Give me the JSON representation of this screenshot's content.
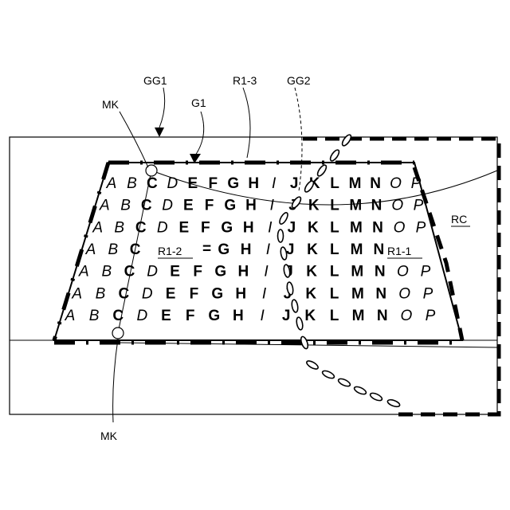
{
  "labels": {
    "gg1": "GG1",
    "g1": "G1",
    "r1_3": "R1-3",
    "gg2": "GG2",
    "mk_top": "MK",
    "mk_bottom": "MK",
    "rc": "RC",
    "r1_1": "R1-1",
    "r1_2": "R1-2"
  },
  "grid_rows": [
    [
      "A",
      "B",
      "C",
      "D",
      "E",
      "F",
      "G",
      "H",
      "I",
      "J",
      "K",
      "L",
      "M",
      "N",
      "O",
      "P"
    ],
    [
      "A",
      "B",
      "C",
      "D",
      "E",
      "F",
      "G",
      "H",
      "I",
      "J",
      "K",
      "L",
      "M",
      "N",
      "O",
      "P"
    ],
    [
      "A",
      "B",
      "C",
      "D",
      "E",
      "F",
      "G",
      "H",
      "I",
      "J",
      "K",
      "L",
      "M",
      "N",
      "O",
      "P"
    ],
    [
      "A",
      "B",
      "C",
      "",
      "",
      "",
      "G",
      "H",
      "I",
      "J",
      "K",
      "L",
      "M",
      "N",
      "",
      ""
    ],
    [
      "A",
      "B",
      "C",
      "D",
      "E",
      "F",
      "G",
      "H",
      "I",
      "J",
      "K",
      "L",
      "M",
      "N",
      "O",
      "P"
    ],
    [
      "A",
      "B",
      "C",
      "D",
      "E",
      "F",
      "G",
      "H",
      "I",
      "J",
      "K",
      "L",
      "M",
      "N",
      "O",
      "P"
    ],
    [
      "A",
      "B",
      "C",
      "D",
      "E",
      "F",
      "G",
      "H",
      "I",
      "J",
      "K",
      "L",
      "M",
      "N",
      "O",
      "P"
    ]
  ],
  "bold_columns": [
    "C",
    "E",
    "F",
    "G",
    "H",
    "J",
    "K",
    "L",
    "M",
    "N"
  ],
  "extra_marks": [
    "="
  ],
  "colors": {
    "stroke": "#000000",
    "background": "#ffffff"
  }
}
